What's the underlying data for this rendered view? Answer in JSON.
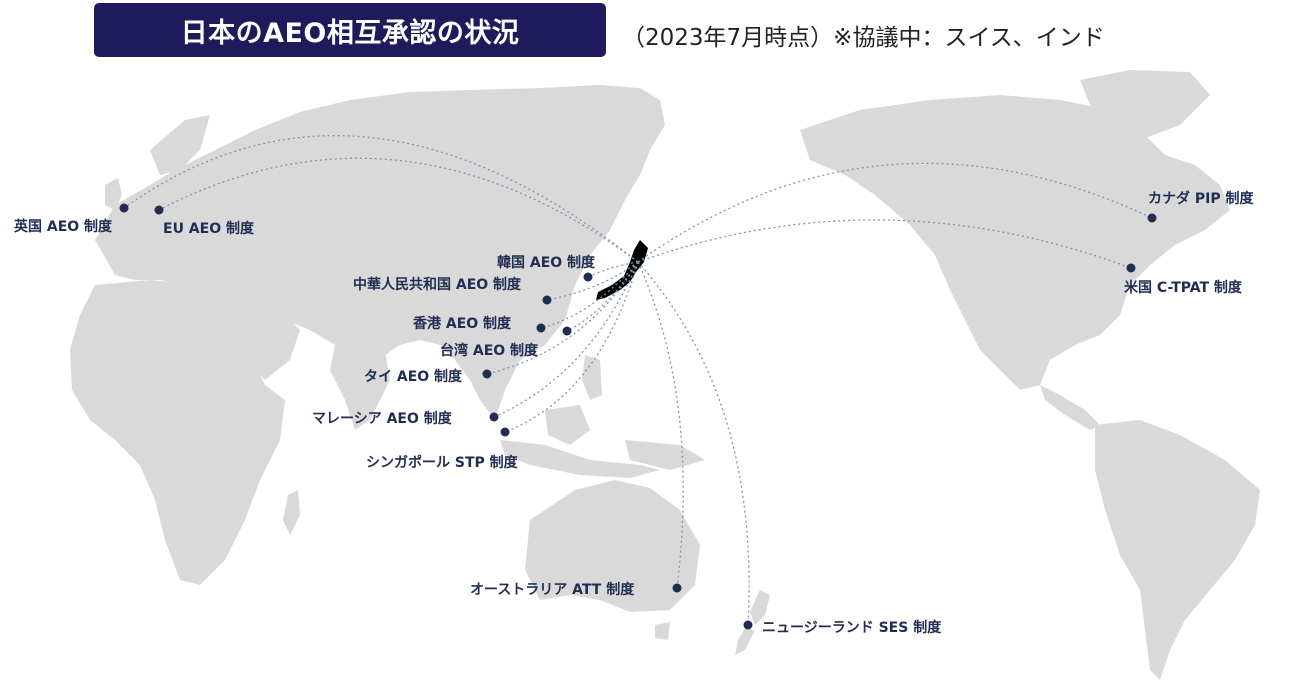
{
  "header": {
    "title": "日本のAEO相互承認の状況",
    "subtitle": "（2023年7月時点）※協議中：スイス、インド"
  },
  "colors": {
    "title_bg": "#1e1a5c",
    "land": "#d9d9d9",
    "route_line": "#7f93b8",
    "marker": "#1f2d52",
    "japan": "#000000"
  },
  "map": {
    "origin": "日本",
    "destinations": [
      {
        "key": "uk",
        "label": "英国 AEO 制度"
      },
      {
        "key": "eu",
        "label": "EU AEO 制度"
      },
      {
        "key": "korea",
        "label": "韓国 AEO 制度"
      },
      {
        "key": "china",
        "label": "中華人民共和国 AEO 制度"
      },
      {
        "key": "hongkong",
        "label": "香港 AEO 制度"
      },
      {
        "key": "taiwan",
        "label": "台湾 AEO 制度"
      },
      {
        "key": "thailand",
        "label": "タイ AEO 制度"
      },
      {
        "key": "malaysia",
        "label": "マレーシア AEO 制度"
      },
      {
        "key": "singapore",
        "label": "シンガポール STP 制度"
      },
      {
        "key": "australia",
        "label": "オーストラリア ATT 制度"
      },
      {
        "key": "newzealand",
        "label": "ニュージーランド SES 制度"
      },
      {
        "key": "canada",
        "label": "カナダ PIP 制度"
      },
      {
        "key": "usa",
        "label": "米国 C-TPAT 制度"
      }
    ]
  }
}
